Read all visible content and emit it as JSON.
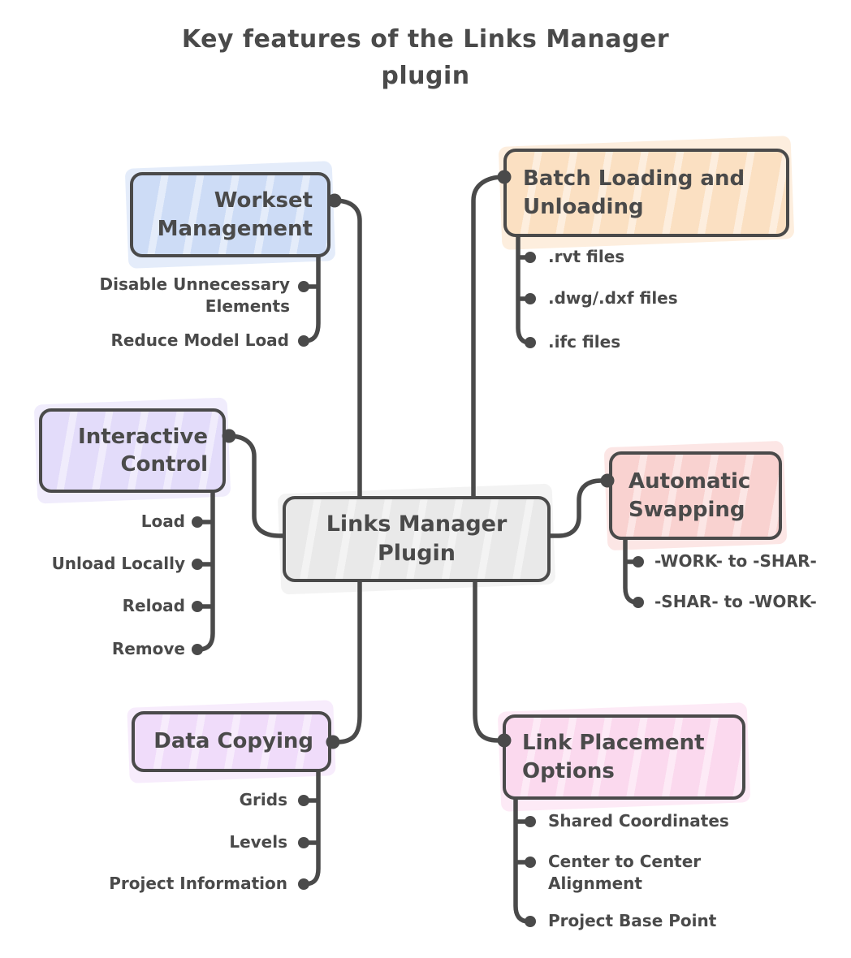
{
  "title": "Key features of the Links Manager\nplugin",
  "theme": {
    "line_color": "#4a4a4a",
    "text_color": "#4a4a4a",
    "background": "#ffffff"
  },
  "center": {
    "label": "Links Manager\nPlugin",
    "color": "#e9e9e9"
  },
  "branches": [
    {
      "id": "workset",
      "label": "Workset\nManagement",
      "color": "#cddcf6",
      "leaves": [
        "Disable Unnecessary\nElements",
        "Reduce Model Load"
      ]
    },
    {
      "id": "batch",
      "label": "Batch Loading and\nUnloading",
      "color": "#fbe0c2",
      "leaves": [
        ".rvt files",
        ".dwg/.dxf files",
        ".ifc files"
      ]
    },
    {
      "id": "interactive",
      "label": "Interactive\nControl",
      "color": "#e3dcfa",
      "leaves": [
        "Load",
        "Unload Locally",
        "Reload",
        "Remove"
      ]
    },
    {
      "id": "automatic",
      "label": "Automatic\nSwapping",
      "color": "#f9d2d0",
      "leaves": [
        "-WORK- to -SHAR-",
        "-SHAR- to -WORK-"
      ]
    },
    {
      "id": "data",
      "label": "Data Copying",
      "color": "#f0dcfa",
      "leaves": [
        "Grids",
        "Levels",
        "Project Information"
      ]
    },
    {
      "id": "link",
      "label": "Link Placement\nOptions",
      "color": "#fbd9ee",
      "leaves": [
        "Shared Coordinates",
        "Center to Center\nAlignment",
        "Project Base Point"
      ]
    }
  ]
}
